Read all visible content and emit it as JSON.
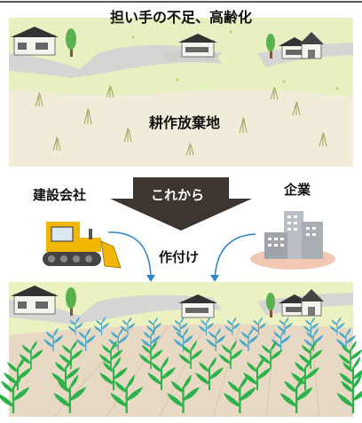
{
  "title": "担い手の不足、高齢化",
  "abandoned_farmland_label": "耕作放棄地",
  "future_label": "これから",
  "construction_company_label": "建設会社",
  "company_label": "企業",
  "planting_label": "作付け",
  "icons": [
    "farmhouse-icon",
    "tree-icon",
    "bulldozer-icon",
    "office-building-icon",
    "arrow-down-icon",
    "crop-sprout-icon"
  ],
  "colors": {
    "grass": "#ecf1c2",
    "dirt_path": "#d8d8d8",
    "field_soil": "#e8d9c5",
    "arrow_band": "#3d3530",
    "water_arrow": "#2a86c8",
    "sprout_green": "#2bb34a",
    "sprout_blue": "#4aa9c9",
    "bulldozer": "#f2b705",
    "building": "#b9bec4",
    "building_ground": "#f2c7b3"
  }
}
